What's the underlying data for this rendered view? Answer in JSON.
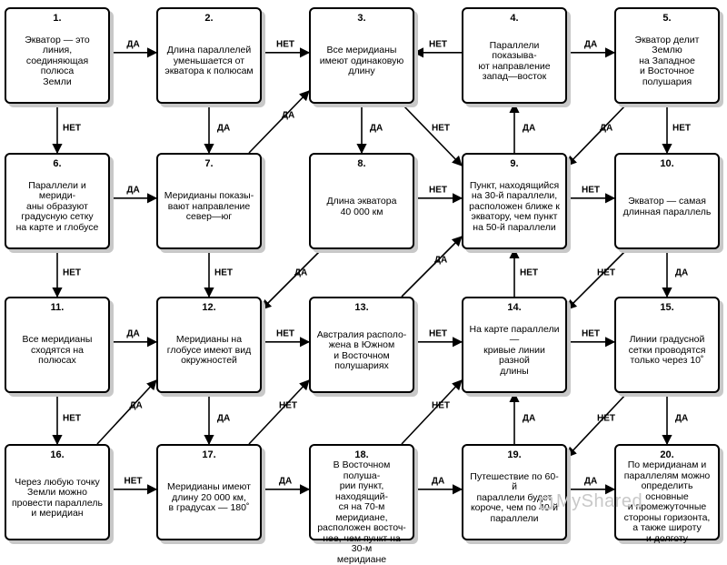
{
  "nodes": [
    {
      "id": 1,
      "num": "1.",
      "text": "Экватор — это линия,\nсоединяющая полюса\nЗемли"
    },
    {
      "id": 2,
      "num": "2.",
      "text": "Длина параллелей\nуменьшается от\nэкватора к полюсам"
    },
    {
      "id": 3,
      "num": "3.",
      "text": "Все меридианы\nимеют одинаковую\nдлину"
    },
    {
      "id": 4,
      "num": "4.",
      "text": "Параллели показыва-\nют направление\nзапад—восток"
    },
    {
      "id": 5,
      "num": "5.",
      "text": "Экватор делит Землю\nна Западное\nи Восточное\nполушария"
    },
    {
      "id": 6,
      "num": "6.",
      "text": "Параллели и мериди-\nаны образуют\nградусную сетку\nна карте и глобусе"
    },
    {
      "id": 7,
      "num": "7.",
      "text": "Меридианы показы-\nвают направление\nсевер—юг"
    },
    {
      "id": 8,
      "num": "8.",
      "text": "Длина экватора\n40 000 км"
    },
    {
      "id": 9,
      "num": "9.",
      "text": "Пункт, находящийся\nна 30-й параллели,\nрасположен ближе к\nэкватору, чем пункт\nна 50-й параллели"
    },
    {
      "id": 10,
      "num": "10.",
      "text": "Экватор — самая\nдлинная параллель"
    },
    {
      "id": 11,
      "num": "11.",
      "text": "Все меридианы\nсходятся на полюсах"
    },
    {
      "id": 12,
      "num": "12.",
      "text": "Меридианы на\nглобусе имеют вид\nокружностей"
    },
    {
      "id": 13,
      "num": "13.",
      "text": "Австралия располо-\nжена в Южном\nи Восточном\nполушариях"
    },
    {
      "id": 14,
      "num": "14.",
      "text": "На карте параллели —\nкривые линии разной\nдлины"
    },
    {
      "id": 15,
      "num": "15.",
      "text": "Линии градусной\nсетки проводятся\nтолько через 10˚"
    },
    {
      "id": 16,
      "num": "16.",
      "text": "Через любую точку\nЗемли можно\nпровести параллель\nи меридиан"
    },
    {
      "id": 17,
      "num": "17.",
      "text": "Меридианы имеют\nдлину 20 000 км,\nв градусах — 180˚"
    },
    {
      "id": 18,
      "num": "18.",
      "text": "В Восточном полуша-\nрии пункт, находящий-\nся на 70-м меридиане,\nрасположен восточ-\nнее, чем пункт на 30-м\nмеридиане"
    },
    {
      "id": 19,
      "num": "19.",
      "text": "Путешествие по 60-й\nпараллели будет\nкороче, чем по 40-й\nпараллели"
    },
    {
      "id": 20,
      "num": "20.",
      "text": "По меридианам и\nпараллелям можно\nопределить основные\nи промежуточные\nстороны горизонта,\nа также широту\nи долготу"
    }
  ],
  "edges": [
    {
      "from": 1,
      "to": 2,
      "label": "ДА"
    },
    {
      "from": 1,
      "to": 6,
      "label": "НЕТ"
    },
    {
      "from": 2,
      "to": 3,
      "label": "НЕТ"
    },
    {
      "from": 2,
      "to": 7,
      "label": "ДА"
    },
    {
      "from": 4,
      "to": 3,
      "label": "НЕТ"
    },
    {
      "from": 4,
      "to": 5,
      "label": "ДА"
    },
    {
      "from": 3,
      "to": 8,
      "label": "ДА"
    },
    {
      "from": 3,
      "to": 9,
      "label": "НЕТ"
    },
    {
      "from": 5,
      "to": 9,
      "label": "ДА"
    },
    {
      "from": 5,
      "to": 10,
      "label": "НЕТ"
    },
    {
      "from": 6,
      "to": 7,
      "label": "ДА"
    },
    {
      "from": 6,
      "to": 11,
      "label": "НЕТ"
    },
    {
      "from": 7,
      "to": 3,
      "label": "ДА"
    },
    {
      "from": 7,
      "to": 12,
      "label": "НЕТ"
    },
    {
      "from": 8,
      "to": 9,
      "label": "НЕТ"
    },
    {
      "from": 8,
      "to": 12,
      "label": "ДА"
    },
    {
      "from": 9,
      "to": 4,
      "label": "ДА"
    },
    {
      "from": 9,
      "to": 10,
      "label": "НЕТ"
    },
    {
      "from": 10,
      "to": 14,
      "label": "НЕТ"
    },
    {
      "from": 10,
      "to": 15,
      "label": "ДА"
    },
    {
      "from": 11,
      "to": 12,
      "label": "ДА"
    },
    {
      "from": 11,
      "to": 16,
      "label": "НЕТ"
    },
    {
      "from": 12,
      "to": 13,
      "label": "НЕТ"
    },
    {
      "from": 12,
      "to": 17,
      "label": "ДА"
    },
    {
      "from": 13,
      "to": 9,
      "label": "ДА"
    },
    {
      "from": 13,
      "to": 14,
      "label": "НЕТ"
    },
    {
      "from": 14,
      "to": 9,
      "label": "НЕТ"
    },
    {
      "from": 14,
      "to": 15,
      "label": "НЕТ"
    },
    {
      "from": 15,
      "to": 19,
      "label": "НЕТ"
    },
    {
      "from": 15,
      "to": 20,
      "label": "ДА"
    },
    {
      "from": 16,
      "to": 12,
      "label": "ДА"
    },
    {
      "from": 16,
      "to": 17,
      "label": "НЕТ"
    },
    {
      "from": 17,
      "to": 13,
      "label": "НЕТ"
    },
    {
      "from": 17,
      "to": 18,
      "label": "ДА"
    },
    {
      "from": 18,
      "to": 14,
      "label": "НЕТ"
    },
    {
      "from": 18,
      "to": 19,
      "label": "ДА"
    },
    {
      "from": 19,
      "to": 14,
      "label": "ДА"
    },
    {
      "from": 19,
      "to": 20,
      "label": "ДА"
    }
  ],
  "watermark": "MyShared",
  "colors": {
    "border": "#000000",
    "shadow": "#c8c8c8",
    "watermark": "#c8c8c8"
  }
}
